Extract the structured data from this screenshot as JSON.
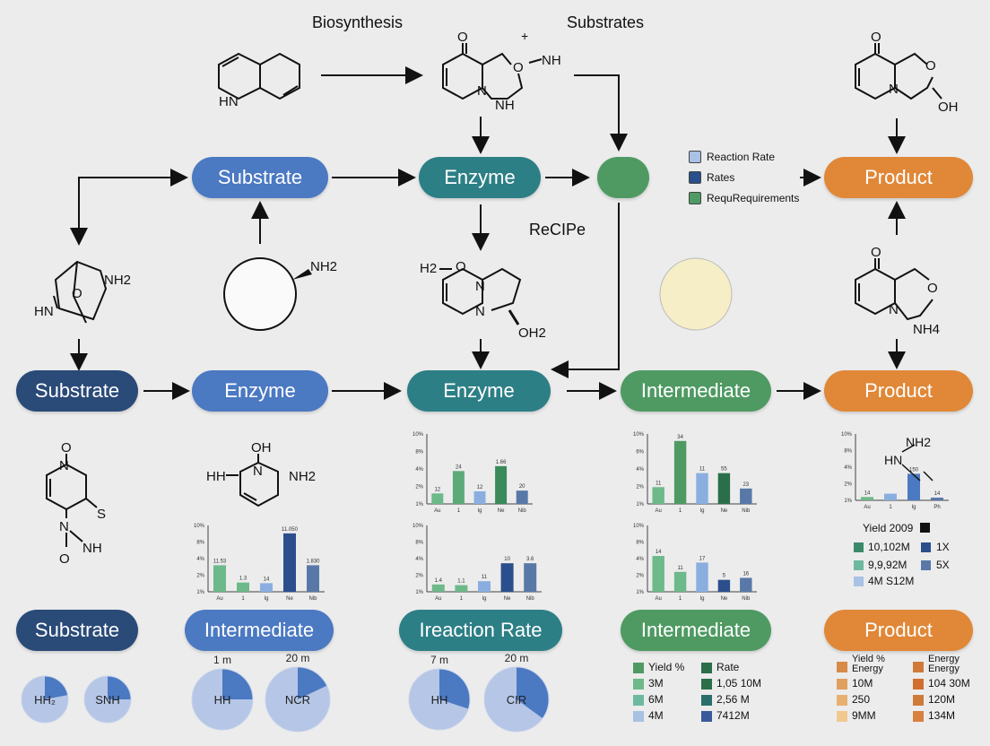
{
  "header": {
    "biosynthesis": "Biosynthesis",
    "plus": "+",
    "substrates": "Substrates"
  },
  "recipe_label": "ReCIPe",
  "legend_top": {
    "items": [
      {
        "label": "Reaction Rate",
        "color": "#a9c1e4"
      },
      {
        "label": "Rates",
        "color": "#2a4f8c"
      },
      {
        "label": "RequRequirements",
        "color": "#4f9a65"
      }
    ]
  },
  "nodes": {
    "row1": [
      {
        "label": "Substrate",
        "color": "#4b79c2"
      },
      {
        "label": "Enzyme",
        "color": "#2d7f86"
      },
      {
        "label": "",
        "color": "#4f9a63"
      },
      {
        "label": "Product",
        "color": "#e08838"
      }
    ],
    "row2": [
      {
        "label": "Substrate",
        "color": "#2a4a78"
      },
      {
        "label": "Enzyme",
        "color": "#4b79c2"
      },
      {
        "label": "Enzyme",
        "color": "#2d7f86"
      },
      {
        "label": "Intermediate",
        "color": "#4f9a63"
      },
      {
        "label": "Product",
        "color": "#e08838"
      }
    ],
    "row3": [
      {
        "label": "Substrate",
        "color": "#2a4a78"
      },
      {
        "label": "Intermediate",
        "color": "#4b79c2"
      },
      {
        "label": "Ireaction Rate",
        "color": "#2d7f86"
      },
      {
        "label": "Intermediate",
        "color": "#4f9a63"
      },
      {
        "label": "Product",
        "color": "#e08838"
      }
    ]
  },
  "molecules": {
    "m1": {
      "labels": [
        "HN"
      ]
    },
    "m2": {
      "labels": [
        "O",
        "O",
        "NH",
        "N",
        "NH"
      ]
    },
    "m3": {
      "labels": [
        "O",
        "O",
        "N",
        "OH"
      ]
    },
    "m4": {
      "labels": [
        "NH2",
        "O",
        "HN"
      ]
    },
    "m5": {
      "labels": [
        "NH2"
      ]
    },
    "m6": {
      "labels": [
        "H2",
        "O",
        "N",
        "N",
        "OH2"
      ]
    },
    "m7": {
      "labels": [
        "O",
        "O",
        "N",
        "NH4"
      ]
    },
    "m8": {
      "labels": [
        "O",
        "N",
        "S",
        "N",
        "NH",
        "O"
      ]
    },
    "m9": {
      "labels": [
        "OH",
        "HH",
        "N",
        "NH2"
      ]
    },
    "m10": {
      "labels": [
        "NH2",
        "HN"
      ]
    }
  },
  "chart_data": [
    {
      "type": "bar",
      "categories": [
        "Au",
        "1",
        "Ig",
        "Ne",
        "Nib"
      ],
      "values": [
        1.1,
        4.5,
        3.1,
        9.2,
        2.7
      ],
      "data_labels": [
        "11",
        "",
        "1.3",
        "",
        ""
      ],
      "yticks": [
        "10%",
        "6%",
        "4%",
        "2%",
        "1%"
      ],
      "colors": [
        "#6db98a",
        "#4f9a63",
        "#8aaee0",
        "#2a4f8c",
        "#5878a8"
      ]
    },
    {
      "type": "bar",
      "categories": [
        "Au",
        "1",
        "Ig",
        "Ne",
        "Nib"
      ],
      "values": [
        4.0,
        1.4,
        1.3,
        8.8,
        4.0
      ],
      "data_labels": [
        "11.53",
        "1.3",
        "14",
        "11.050",
        "1.830"
      ],
      "yticks": [
        "10%",
        "8%",
        "4%",
        "2%",
        "1%"
      ],
      "colors": [
        "#6db98a",
        "#6db98a",
        "#8aaee0",
        "#2a4f8c",
        "#5878a8"
      ]
    },
    {
      "type": "bar",
      "categories": [
        "Au",
        "1",
        "Ig",
        "Ne",
        "Nib"
      ],
      "values": [
        1.5,
        4.7,
        1.8,
        5.4,
        1.9
      ],
      "data_labels": [
        "12",
        "24",
        "12",
        "1.66",
        "20"
      ],
      "yticks": [
        "10%",
        "8%",
        "4%",
        "2%",
        "1%"
      ],
      "colors": [
        "#6db98a",
        "#5ea978",
        "#8aaee0",
        "#3a8a5a",
        "#5878a8"
      ]
    },
    {
      "type": "bar",
      "categories": [
        "Au",
        "1",
        "Ig",
        "Ne",
        "Nib"
      ],
      "values": [
        1.1,
        1.0,
        1.6,
        4.3,
        4.3
      ],
      "data_labels": [
        "1.4",
        "1.1",
        "11",
        "10",
        "3.6"
      ],
      "yticks": [
        "10%",
        "8%",
        "4%",
        "2%",
        "1%"
      ],
      "colors": [
        "#6db98a",
        "#6db98a",
        "#8aaee0",
        "#2a4f8c",
        "#5878a8"
      ]
    },
    {
      "type": "bar",
      "categories": [
        "Au",
        "1",
        "Ig",
        "Ne",
        "Nib"
      ],
      "values": [
        2.4,
        9.0,
        4.4,
        4.4,
        2.2
      ],
      "data_labels": [
        "11",
        "34",
        "11",
        "55",
        "23"
      ],
      "yticks": [
        "10%",
        "6%",
        "4%",
        "2%",
        "1%"
      ],
      "colors": [
        "#6db98a",
        "#4f9a63",
        "#8aaee0",
        "#2a6f4a",
        "#5878a8"
      ]
    },
    {
      "type": "bar",
      "categories": [
        "Au",
        "1",
        "Ig",
        "Ne",
        "Nib"
      ],
      "values": [
        5.4,
        3.0,
        4.4,
        1.8,
        2.1
      ],
      "data_labels": [
        "14",
        "11",
        "17",
        "5",
        "16"
      ],
      "yticks": [
        "10%",
        "8%",
        "4%",
        "2%",
        "1%"
      ],
      "colors": [
        "#6db98a",
        "#6db98a",
        "#8aaee0",
        "#2a4f8c",
        "#5878a8"
      ]
    },
    {
      "type": "bar",
      "categories": [
        "Au",
        "1",
        "Ig",
        "Ph"
      ],
      "values": [
        0.5,
        1.0,
        4.0,
        0.4
      ],
      "data_labels": [
        "14",
        "",
        "150",
        "14"
      ],
      "yticks": [
        "10%",
        "8%",
        "4%",
        "2%",
        "1%"
      ],
      "colors": [
        "#6db98a",
        "#8aaee0",
        "#4b79c2",
        "#5878a8"
      ]
    }
  ],
  "yield_box": {
    "title": "Yield 2009",
    "rows": [
      {
        "left": "10,102M",
        "left_color": "#3a8a6a",
        "right": "1X",
        "right_color": "#2a4f8c"
      },
      {
        "left": "9,9,92M",
        "left_color": "#6db9a0",
        "right": "5X",
        "right_color": "#5878a8"
      },
      {
        "left": "4M S12M",
        "left_color": "#a9c1e4",
        "right": "",
        "right_color": ""
      }
    ]
  },
  "pies": [
    {
      "label": "HH₂",
      "top": "",
      "fraction": 0.22
    },
    {
      "label": "SNH",
      "top": "",
      "fraction": 0.25
    },
    {
      "label": "HH",
      "top": "1 m",
      "fraction": 0.25
    },
    {
      "label": "NCR",
      "top": "20 m",
      "fraction": 0.18
    },
    {
      "label": "HH",
      "top": "7 m",
      "fraction": 0.3
    },
    {
      "label": "CIR",
      "top": "20 m",
      "fraction": 0.35
    }
  ],
  "legend_intermediate": {
    "col1_header": "Yield %",
    "col2_header": "Rate",
    "rows": [
      {
        "c1": "3M",
        "c1_color": "#6db98a",
        "c2": "1,05 10M",
        "c2_color": "#2a6f4a"
      },
      {
        "c1": "6M",
        "c1_color": "#6db9a0",
        "c2": "2,56 M",
        "c2_color": "#2a6f6a"
      },
      {
        "c1": "4M",
        "c1_color": "#a9c1e4",
        "c2": "7412M",
        "c2_color": "#3a5a9a"
      }
    ],
    "header_colors": [
      "#4f9a63",
      "#2a6f4a"
    ]
  },
  "legend_product": {
    "col1_header": "Yield %\nEnergy",
    "col2_header": "Energy\nEnergy",
    "rows": [
      {
        "c1": "10M",
        "c1_color": "#e0a060",
        "c2": "104 30M",
        "c2_color": "#d07030"
      },
      {
        "c1": "250",
        "c1_color": "#e8b070",
        "c2": "120M",
        "c2_color": "#d07a3a"
      },
      {
        "c1": "9MM",
        "c1_color": "#f0c890",
        "c2": "134M",
        "c2_color": "#d88040"
      }
    ],
    "header_colors": [
      "#d88a48",
      "#d07a3a"
    ]
  }
}
